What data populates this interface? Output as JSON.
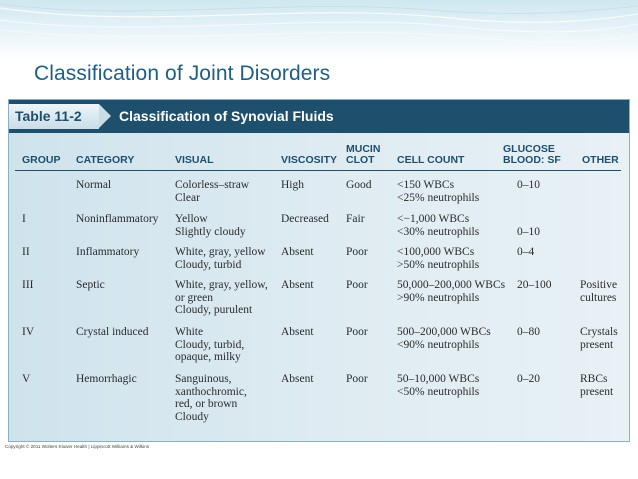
{
  "slide": {
    "title": "Classification of Joint Disorders"
  },
  "figure": {
    "table_label": "Table 11-2",
    "table_title": "Classification of Synovial Fluids",
    "headers": {
      "group": "GROUP",
      "category": "CATEGORY",
      "visual": "VISUAL",
      "viscosity": "VISCOSITY",
      "mucin_1": "MUCIN",
      "mucin_2": "CLOT",
      "cell_count": "CELL COUNT",
      "glucose_1": "GLUCOSE",
      "glucose_2": "BLOOD: SF",
      "other": "OTHER"
    },
    "rows": [
      {
        "group": "",
        "category": "Normal",
        "visual": [
          "Colorless–straw",
          "Clear"
        ],
        "viscosity": "High",
        "mucin": "Good",
        "cell_count": [
          "<150 WBCs",
          "<25% neutrophils"
        ],
        "glucose": [
          "0–10"
        ],
        "other": []
      },
      {
        "group": "I",
        "category": "Noninflammatory",
        "visual": [
          "Yellow",
          "Slightly cloudy"
        ],
        "viscosity": "Decreased",
        "mucin": "Fair",
        "cell_count": [
          "<−1,000 WBCs",
          "<30% neutrophils"
        ],
        "glucose": [
          "",
          "0–10"
        ],
        "other": []
      },
      {
        "group": "II",
        "category": "Inflammatory",
        "visual": [
          "White, gray, yellow",
          "Cloudy, turbid"
        ],
        "viscosity": "Absent",
        "mucin": "Poor",
        "cell_count": [
          "<100,000 WBCs",
          ">50% neutrophils"
        ],
        "glucose": [
          "0–4"
        ],
        "other": []
      },
      {
        "group": "III",
        "category": "Septic",
        "visual": [
          "White, gray, yellow,",
          "or green",
          "Cloudy, purulent"
        ],
        "viscosity": "Absent",
        "mucin": "Poor",
        "cell_count": [
          "50,000–200,000 WBCs",
          ">90% neutrophils"
        ],
        "glucose": [
          "20–100"
        ],
        "other": [
          "Positive",
          "cultures"
        ]
      },
      {
        "group": "IV",
        "category": "Crystal induced",
        "visual": [
          "White",
          "Cloudy, turbid,",
          "opaque, milky"
        ],
        "viscosity": "Absent",
        "mucin": "Poor",
        "cell_count": [
          "500–200,000 WBCs",
          "<90% neutrophils"
        ],
        "glucose": [
          "0–80"
        ],
        "other": [
          "Crystals",
          "present"
        ]
      },
      {
        "group": "V",
        "category": "Hemorrhagic",
        "visual": [
          "Sanguinous,",
          "xanthochromic,",
          "red, or brown",
          "Cloudy"
        ],
        "viscosity": "Absent",
        "mucin": "Poor",
        "cell_count": [
          "50–10,000 WBCs",
          "<50% neutrophils"
        ],
        "glucose": [
          "0–20"
        ],
        "other": [
          "RBCs",
          "present"
        ]
      }
    ]
  },
  "copyright": "Copyright © 2011 Wolters Kluwer Health | Lippincott Williams & Wilkins",
  "colors": {
    "title_blue": "#1f5d86",
    "header_navy": "#1e4f6d",
    "table_bg": "#dfecf2"
  }
}
